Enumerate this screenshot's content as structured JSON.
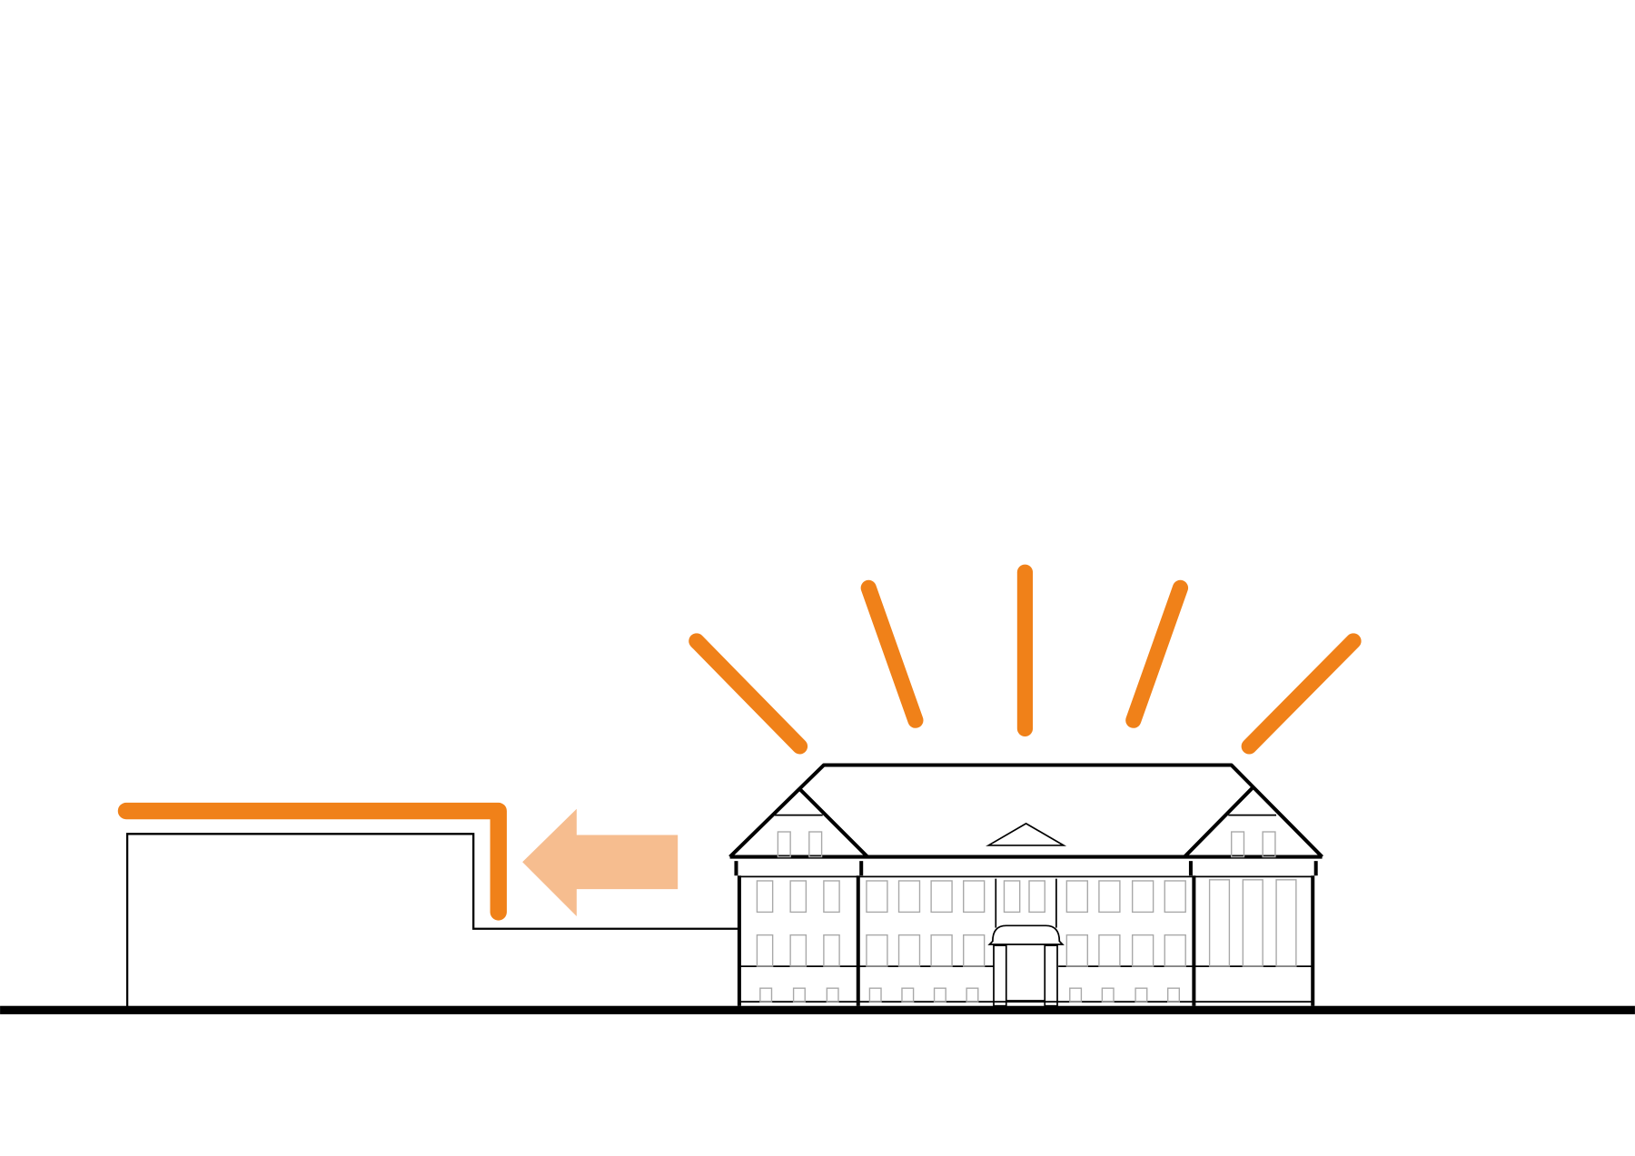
{
  "diagram": {
    "colors": {
      "accent": "#f08119",
      "arrow": "#f6bd8f",
      "outline": "#000000",
      "window": "#a8a8a8",
      "background": "#ffffff"
    },
    "elements": [
      "ground-line",
      "new-building-outline",
      "orange-roof-line",
      "direction-arrow",
      "historic-building",
      "radiating-rays"
    ]
  }
}
